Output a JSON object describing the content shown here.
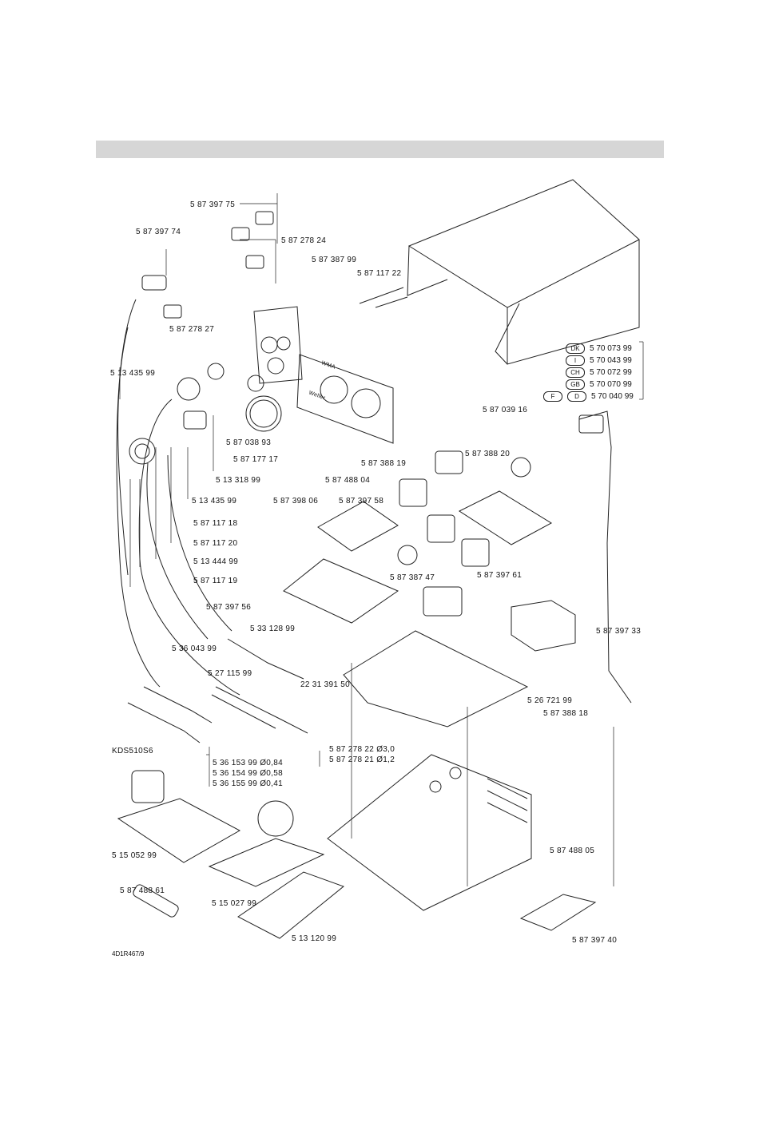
{
  "header_band": "",
  "labels": {
    "l01": "5 87 397 75",
    "l02": "5 87 397 74",
    "l03": "5 87 278 24",
    "l04": "5 87 387 99",
    "l05": "5 87 117 22",
    "l06": "5 87 278 27",
    "l07": "5 13 435 99",
    "l08": "5 87 039 16",
    "l09": "5 87 038 93",
    "l10": "5 87 177 17",
    "l11": "5 13 318 99",
    "l12": "5 87 488 04",
    "l13": "5 87 388 19",
    "l14": "5 87 388 20",
    "l15": "5 13 435 99",
    "l16": "5 87 398 06",
    "l17": "5 87 397 58",
    "l18": "5 87 117 18",
    "l19": "5 87 117 20",
    "l20": "5 13 444 99",
    "l21": "5 87 117 19",
    "l22": "5 87 387 47",
    "l23": "5 87 397 61",
    "l24": "5 87 397 56",
    "l25": "5 87 397 33",
    "l26": "5 33 128 99",
    "l27": "5 36 043 99",
    "l28": "5 27 115 99",
    "l29": "22 31 391 50",
    "l30": "5 26 721 99",
    "l31": "5 87 388 18",
    "l32": "KDS510S6",
    "l33": "5 87 278 22  Ø3,0",
    "l34": "5 87 278 21  Ø1,2",
    "l35": "5 36 153 99  Ø0,84",
    "l36": "5 36 154 99  Ø0,58",
    "l37": "5 36 155 99  Ø0,41",
    "l38": "5 15 052 99",
    "l39": "5 87 488 05",
    "l40": "5 87 488 61",
    "l41": "5 15 027 99",
    "l42": "5 13 120 99",
    "l43": "5 87 397 40"
  },
  "country_codes": [
    {
      "code": "DK",
      "part": "5 70 073 99"
    },
    {
      "code": "I",
      "part": "5 70 043 99"
    },
    {
      "code": "CH",
      "part": "5 70 072 99"
    },
    {
      "code": "GB",
      "part": "5 70 070 99"
    },
    {
      "code": "F",
      "part": "D",
      "part2": "5 70 040 99"
    }
  ],
  "figure_ref": "4D1R467/9",
  "panel_text": {
    "brand": "Weller",
    "model": "WMA"
  }
}
